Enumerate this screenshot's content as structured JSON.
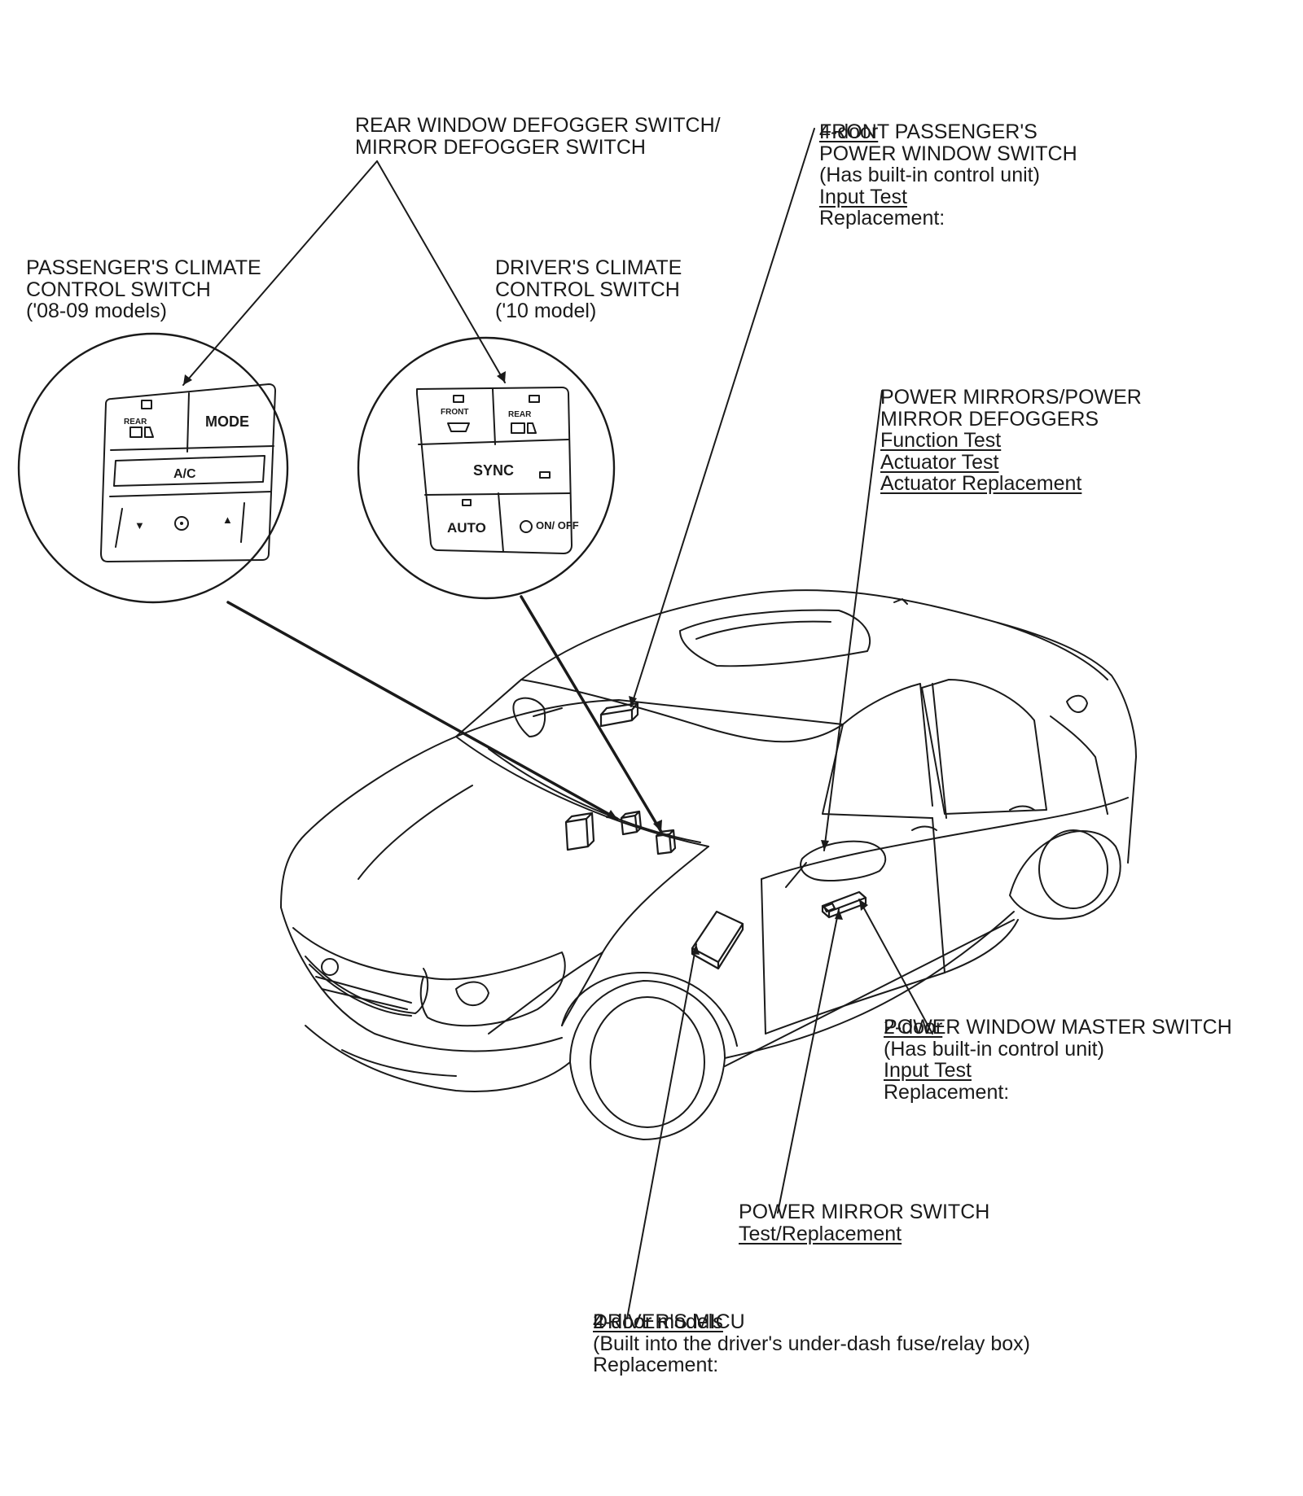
{
  "labels": {
    "defogger": {
      "line1": "REAR WINDOW DEFOGGER SWITCH/",
      "line2": "MIRROR DEFOGGER SWITCH"
    },
    "front_passenger": {
      "overlap_a": "FRONT PASSENGER'S",
      "overlap_b": "4-door",
      "line2": "POWER WINDOW SWITCH",
      "line3": "(Has built-in control unit)",
      "link1": "Input Test",
      "line5": "Replacement:"
    },
    "passenger_climate": {
      "line1": "PASSENGER'S CLIMATE",
      "line2": "CONTROL SWITCH",
      "line3": "('08-09 models)"
    },
    "driver_climate": {
      "line1": "DRIVER'S CLIMATE",
      "line2": "CONTROL SWITCH",
      "line3": "('10 model)"
    },
    "power_mirrors": {
      "line1": "POWER MIRRORS/POWER",
      "line2": "MIRROR DEFOGGERS",
      "link1": "Function Test",
      "link2": "Actuator Test",
      "link3": "Actuator Replacement"
    },
    "master_switch": {
      "overlap_a": "POWER WINDOW MASTER SWITCH",
      "overlap_b": "2-door",
      "line2": "(Has built-in control unit)",
      "link1": "Input Test",
      "line4": "Replacement:"
    },
    "mirror_switch": {
      "line1": "POWER MIRROR SWITCH",
      "link1": "Test/Replacement"
    },
    "micu": {
      "overlap_a": "DRIVER'S MICU",
      "overlap_b": "2-door models",
      "overlap_c": "4-door models",
      "line2": "(Built into the driver's under-dash fuse/relay box)",
      "line3": "Replacement:"
    }
  },
  "passenger_panel": {
    "rear_label": "REAR",
    "mode_label": "MODE",
    "ac_label": "A/C",
    "down_arrow": "▼",
    "up_arrow": "▲"
  },
  "driver_panel": {
    "front_label": "FRONT",
    "rear_label": "REAR",
    "sync_label": "SYNC",
    "auto_label": "AUTO",
    "onoff_label": "ON/ OFF"
  }
}
